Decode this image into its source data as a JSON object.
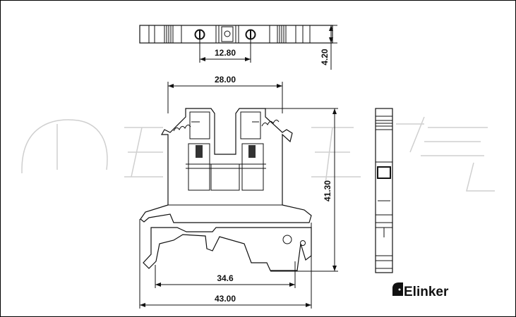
{
  "drawing": {
    "dimensions": {
      "screw_pitch": "12.80",
      "top_thickness": "4.20",
      "body_width": "28.00",
      "height": "41.30",
      "rail_span": "34.6",
      "overall_width": "43.00"
    },
    "logo": {
      "text": "Elinker"
    }
  }
}
